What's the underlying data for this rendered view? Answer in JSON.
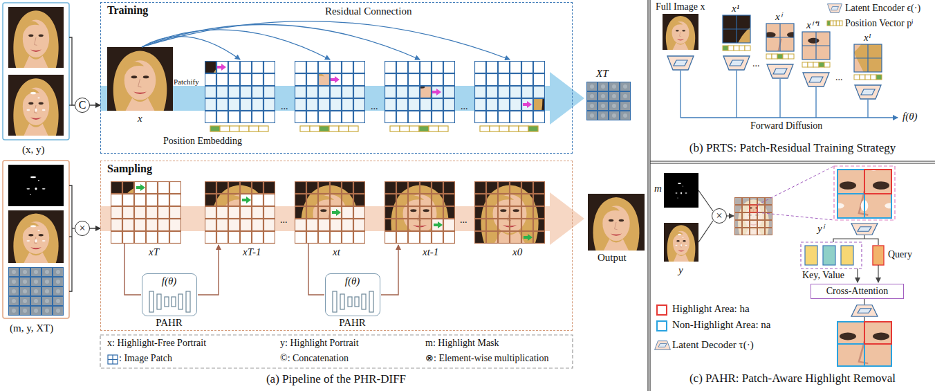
{
  "diagram": {
    "nodes": [
      {
        "text": [
          "Training"
        ]
      },
      {
        "text": [
          "Sampling"
        ]
      },
      {
        "text": [
          "f(θ)",
          "PAHR"
        ],
        "in": 1
      },
      {
        "text": [
          "f(θ)",
          "PAHR"
        ],
        "in": 1
      },
      {
        "text": [
          "C"
        ]
      },
      {
        "text": [
          "×"
        ]
      },
      {
        "text": [
          "×"
        ]
      },
      {
        "text": [
          "Cross-Attention"
        ]
      }
    ],
    "edges": [
      {
        "from": 4,
        "to": 0,
        "arrow": "to"
      },
      {
        "from": 5,
        "to": 1,
        "arrow": "to"
      }
    ],
    "labels": [
      "Residual Connection",
      "Patchify",
      "x",
      "Position Embedding",
      "...",
      "...",
      "...",
      "XT",
      "(x, y)",
      "xT",
      "xT-1",
      "...",
      "xt",
      "xt-1",
      "...",
      "x0",
      "Output",
      "(m, y, XT)",
      "(a) Pipeline of the PHR-DIFF",
      "Full Image x",
      "x¹",
      "...",
      "xⁱ",
      "xⁱ⁺¹",
      "...",
      "xᴵ",
      "Forward Diffusion",
      "f(θ)",
      "(b) PRTS: Patch-Residual Training Strategy",
      "m",
      "y",
      "yⁱ",
      "Key, Value",
      "Query",
      "(c) PAHR: Patch-Aware Highlight Removal"
    ],
    "legend": [
      {
        "text": "x: Highlight-Free Portrait"
      },
      {
        "text": "y: Highlight Portrait"
      },
      {
        "text": "m: Highlight Mask"
      },
      {
        "text": ": Image Patch"
      },
      {
        "text": "©: Concatenation"
      },
      {
        "text": "⊗: Element-wise multiplication"
      },
      {
        "text": "Latent Encoder ϵ(·)"
      },
      {
        "text": "Position Vector pⁱ"
      },
      {
        "text": "Highlight Area: ha"
      },
      {
        "text": "Non-Highlight Area: na"
      },
      {
        "text": "Latent Decoder τ(·)"
      }
    ]
  }
}
